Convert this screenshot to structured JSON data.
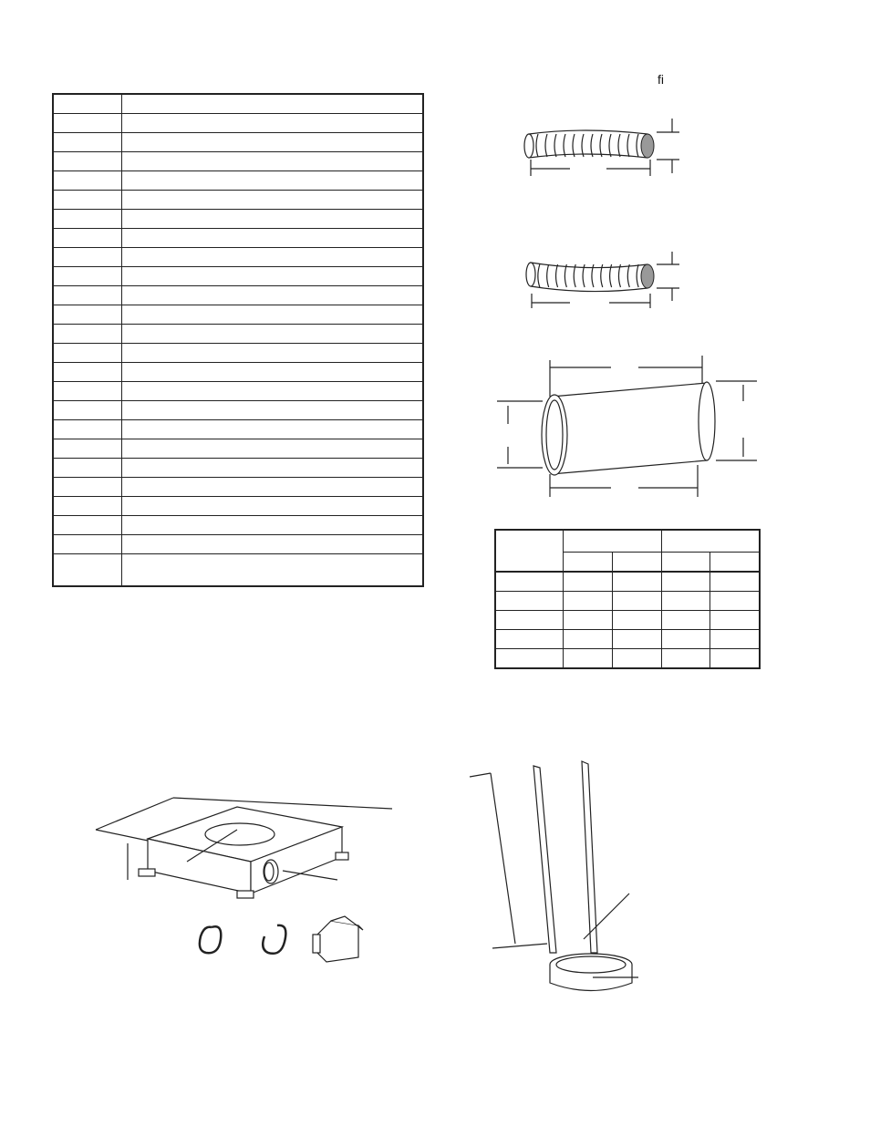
{
  "figure_note": "fi",
  "parts_table": {
    "row_count": 25
  },
  "dimension_table": {
    "body_rows": 5
  },
  "icons": {
    "flex_pipe_1": "flexible-liner-icon",
    "flex_pipe_2": "flexible-liner-icon",
    "rigid_pipe": "rigid-pipe-section-icon",
    "base_box": "base-plate-box-icon",
    "coil_1": "coiled-liner-icon",
    "coil_2": "coiled-liner-icon",
    "termination_cap": "termination-cap-icon",
    "support_band": "support-strap-band-icon"
  }
}
